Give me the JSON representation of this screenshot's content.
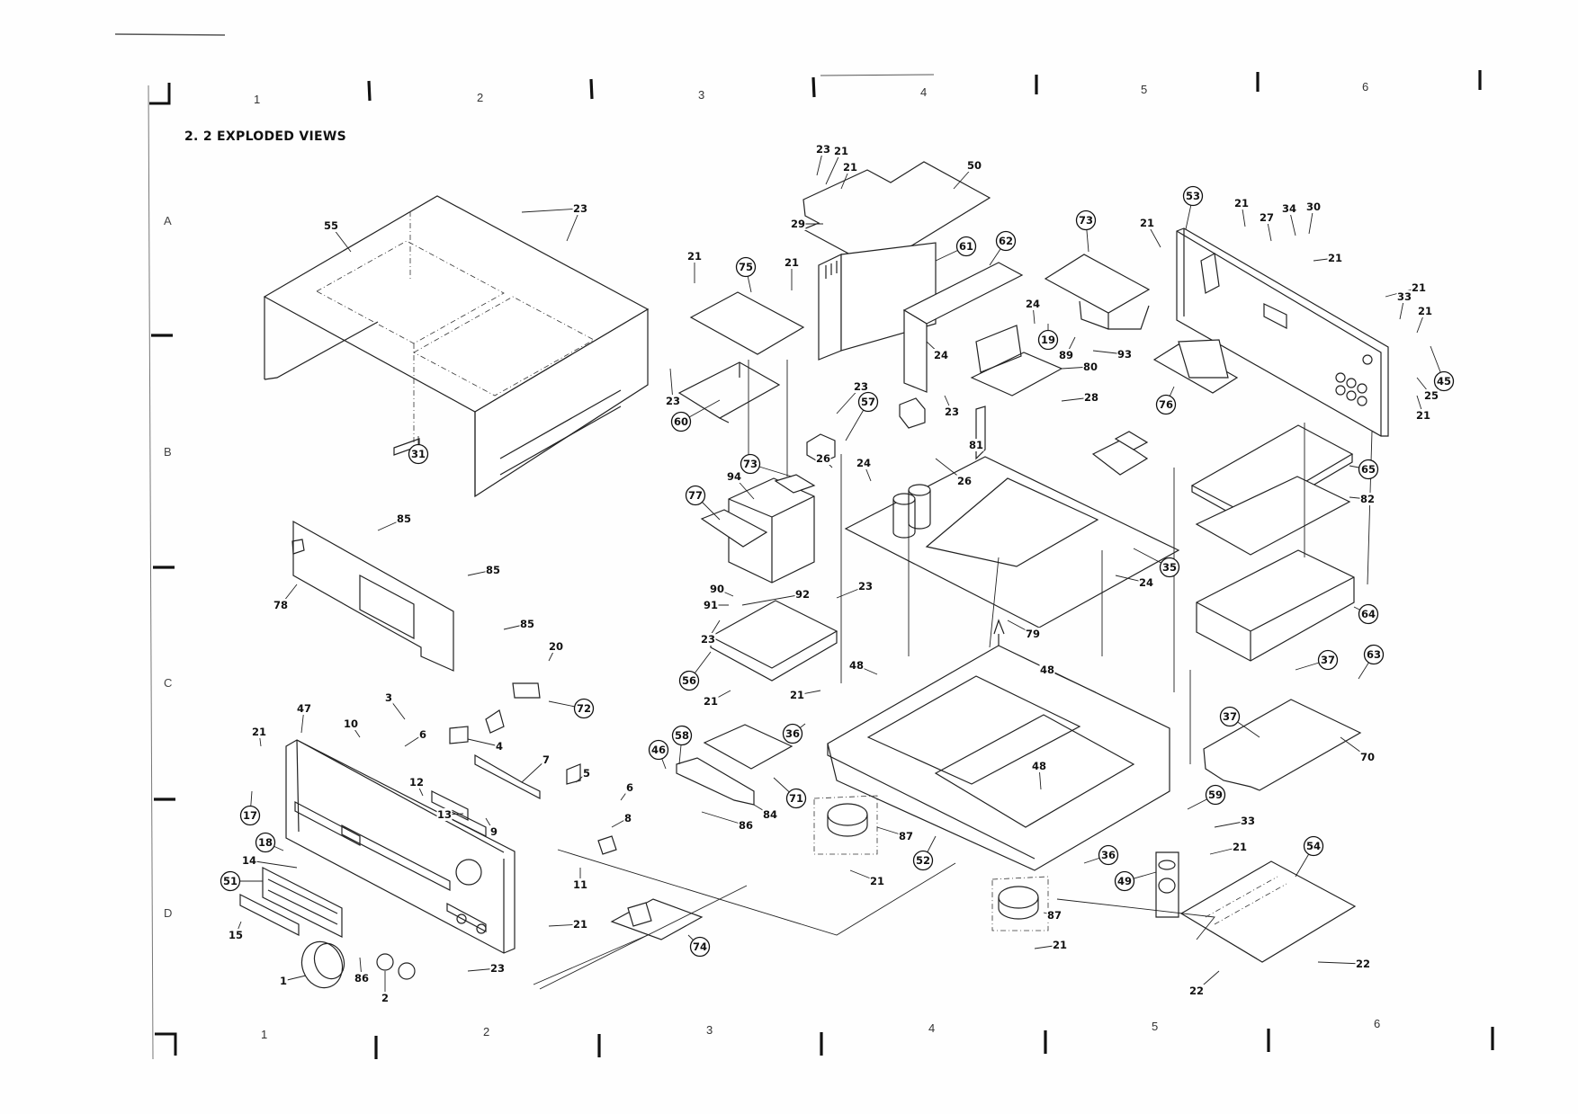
{
  "document": {
    "section_title": "2. 2 EXPLODED VIEWS",
    "grid_columns": [
      "1",
      "2",
      "3",
      "4",
      "5",
      "6"
    ],
    "grid_rows": [
      "A",
      "B",
      "C",
      "D"
    ]
  },
  "callouts": [
    {
      "id": "c55",
      "label": "55",
      "circled": false
    },
    {
      "id": "c23a",
      "label": "23",
      "circled": false
    },
    {
      "id": "c23b",
      "label": "23",
      "circled": false
    },
    {
      "id": "c31",
      "label": "31",
      "circled": true
    },
    {
      "id": "c23c",
      "label": "23",
      "circled": false
    },
    {
      "id": "c21a",
      "label": "21",
      "circled": false
    },
    {
      "id": "c29",
      "label": "29",
      "circled": false
    },
    {
      "id": "c50",
      "label": "50",
      "circled": false
    },
    {
      "id": "c21b",
      "label": "21",
      "circled": false
    },
    {
      "id": "c75",
      "label": "75",
      "circled": true
    },
    {
      "id": "c21c",
      "label": "21",
      "circled": false
    },
    {
      "id": "c21d",
      "label": "21",
      "circled": false
    },
    {
      "id": "c23d",
      "label": "23",
      "circled": false
    },
    {
      "id": "c60",
      "label": "60",
      "circled": true
    },
    {
      "id": "c61",
      "label": "61",
      "circled": true
    },
    {
      "id": "c62",
      "label": "62",
      "circled": true
    },
    {
      "id": "c24a",
      "label": "24",
      "circled": false
    },
    {
      "id": "c19",
      "label": "19",
      "circled": true
    },
    {
      "id": "c89",
      "label": "89",
      "circled": false
    },
    {
      "id": "c93",
      "label": "93",
      "circled": false
    },
    {
      "id": "c80",
      "label": "80",
      "circled": false
    },
    {
      "id": "c28",
      "label": "28",
      "circled": false
    },
    {
      "id": "c73a",
      "label": "73",
      "circled": true
    },
    {
      "id": "c21e",
      "label": "21",
      "circled": false
    },
    {
      "id": "c53",
      "label": "53",
      "circled": true
    },
    {
      "id": "c21f",
      "label": "21",
      "circled": false
    },
    {
      "id": "c27",
      "label": "27",
      "circled": false
    },
    {
      "id": "c34",
      "label": "34",
      "circled": false
    },
    {
      "id": "c30",
      "label": "30",
      "circled": false
    },
    {
      "id": "c21g",
      "label": "21",
      "circled": false
    },
    {
      "id": "c21h",
      "label": "21",
      "circled": false
    },
    {
      "id": "c33a",
      "label": "33",
      "circled": false
    },
    {
      "id": "c21i",
      "label": "21",
      "circled": false
    },
    {
      "id": "c45",
      "label": "45",
      "circled": true
    },
    {
      "id": "c25",
      "label": "25",
      "circled": false
    },
    {
      "id": "c21j",
      "label": "21",
      "circled": false
    },
    {
      "id": "c76",
      "label": "76",
      "circled": true
    },
    {
      "id": "c23e",
      "label": "23",
      "circled": false
    },
    {
      "id": "c57",
      "label": "57",
      "circled": true
    },
    {
      "id": "c24b",
      "label": "24",
      "circled": false
    },
    {
      "id": "c23f",
      "label": "23",
      "circled": false
    },
    {
      "id": "c81",
      "label": "81",
      "circled": false
    },
    {
      "id": "c26a",
      "label": "26",
      "circled": false
    },
    {
      "id": "c26b",
      "label": "26",
      "circled": false
    },
    {
      "id": "c24c",
      "label": "24",
      "circled": false
    },
    {
      "id": "c73b",
      "label": "73",
      "circled": true
    },
    {
      "id": "c94",
      "label": "94",
      "circled": false
    },
    {
      "id": "c77",
      "label": "77",
      "circled": true
    },
    {
      "id": "c65",
      "label": "65",
      "circled": true
    },
    {
      "id": "c82",
      "label": "82",
      "circled": false
    },
    {
      "id": "c35",
      "label": "35",
      "circled": true
    },
    {
      "id": "c24d",
      "label": "24",
      "circled": false
    },
    {
      "id": "c79",
      "label": "79",
      "circled": false
    },
    {
      "id": "c64",
      "label": "64",
      "circled": true
    },
    {
      "id": "c85a",
      "label": "85",
      "circled": false
    },
    {
      "id": "c85b",
      "label": "85",
      "circled": false
    },
    {
      "id": "c85c",
      "label": "85",
      "circled": false
    },
    {
      "id": "c78",
      "label": "78",
      "circled": false
    },
    {
      "id": "c20",
      "label": "20",
      "circled": false
    },
    {
      "id": "c72",
      "label": "72",
      "circled": true
    },
    {
      "id": "c90",
      "label": "90",
      "circled": false
    },
    {
      "id": "c91",
      "label": "91",
      "circled": false
    },
    {
      "id": "c92",
      "label": "92",
      "circled": false
    },
    {
      "id": "c23g",
      "label": "23",
      "circled": false
    },
    {
      "id": "c23h",
      "label": "23",
      "circled": false
    },
    {
      "id": "c56",
      "label": "56",
      "circled": true
    },
    {
      "id": "c21k",
      "label": "21",
      "circled": false
    },
    {
      "id": "c21l",
      "label": "21",
      "circled": false
    },
    {
      "id": "c48a",
      "label": "48",
      "circled": false
    },
    {
      "id": "c48b",
      "label": "48",
      "circled": false
    },
    {
      "id": "c37a",
      "label": "37",
      "circled": true
    },
    {
      "id": "c63",
      "label": "63",
      "circled": true
    },
    {
      "id": "c37b",
      "label": "37",
      "circled": true
    },
    {
      "id": "c70",
      "label": "70",
      "circled": false
    },
    {
      "id": "c36a",
      "label": "36",
      "circled": true
    },
    {
      "id": "c46",
      "label": "46",
      "circled": true
    },
    {
      "id": "c58",
      "label": "58",
      "circled": true
    },
    {
      "id": "c71",
      "label": "71",
      "circled": true
    },
    {
      "id": "c84",
      "label": "84",
      "circled": false
    },
    {
      "id": "c86a",
      "label": "86",
      "circled": false
    },
    {
      "id": "c87a",
      "label": "87",
      "circled": false
    },
    {
      "id": "c52",
      "label": "52",
      "circled": true
    },
    {
      "id": "c21m",
      "label": "21",
      "circled": false
    },
    {
      "id": "c48c",
      "label": "48",
      "circled": false
    },
    {
      "id": "c36b",
      "label": "36",
      "circled": true
    },
    {
      "id": "c59",
      "label": "59",
      "circled": true
    },
    {
      "id": "c33b",
      "label": "33",
      "circled": false
    },
    {
      "id": "c21n",
      "label": "21",
      "circled": false
    },
    {
      "id": "c49",
      "label": "49",
      "circled": true
    },
    {
      "id": "c54",
      "label": "54",
      "circled": true
    },
    {
      "id": "c87b",
      "label": "87",
      "circled": false
    },
    {
      "id": "c21o",
      "label": "21",
      "circled": false
    },
    {
      "id": "c22a",
      "label": "22",
      "circled": false
    },
    {
      "id": "c22b",
      "label": "22",
      "circled": false
    },
    {
      "id": "c47",
      "label": "47",
      "circled": false
    },
    {
      "id": "c3",
      "label": "3",
      "circled": false
    },
    {
      "id": "c10",
      "label": "10",
      "circled": false
    },
    {
      "id": "c6a",
      "label": "6",
      "circled": false
    },
    {
      "id": "c21p",
      "label": "21",
      "circled": false
    },
    {
      "id": "c4",
      "label": "4",
      "circled": false
    },
    {
      "id": "c7",
      "label": "7",
      "circled": false
    },
    {
      "id": "c12",
      "label": "12",
      "circled": false
    },
    {
      "id": "c5",
      "label": "5",
      "circled": false
    },
    {
      "id": "c17",
      "label": "17",
      "circled": true
    },
    {
      "id": "c13",
      "label": "13",
      "circled": false
    },
    {
      "id": "c9",
      "label": "9",
      "circled": false
    },
    {
      "id": "c6b",
      "label": "6",
      "circled": false
    },
    {
      "id": "c8",
      "label": "8",
      "circled": false
    },
    {
      "id": "c18",
      "label": "18",
      "circled": true
    },
    {
      "id": "c14",
      "label": "14",
      "circled": false
    },
    {
      "id": "c11",
      "label": "11",
      "circled": false
    },
    {
      "id": "c51",
      "label": "51",
      "circled": true
    },
    {
      "id": "c21q",
      "label": "21",
      "circled": false
    },
    {
      "id": "c15",
      "label": "15",
      "circled": false
    },
    {
      "id": "c74",
      "label": "74",
      "circled": true
    },
    {
      "id": "c1",
      "label": "1",
      "circled": false
    },
    {
      "id": "c86b",
      "label": "86",
      "circled": false
    },
    {
      "id": "c2",
      "label": "2",
      "circled": false
    },
    {
      "id": "c23i",
      "label": "23",
      "circled": false
    }
  ]
}
